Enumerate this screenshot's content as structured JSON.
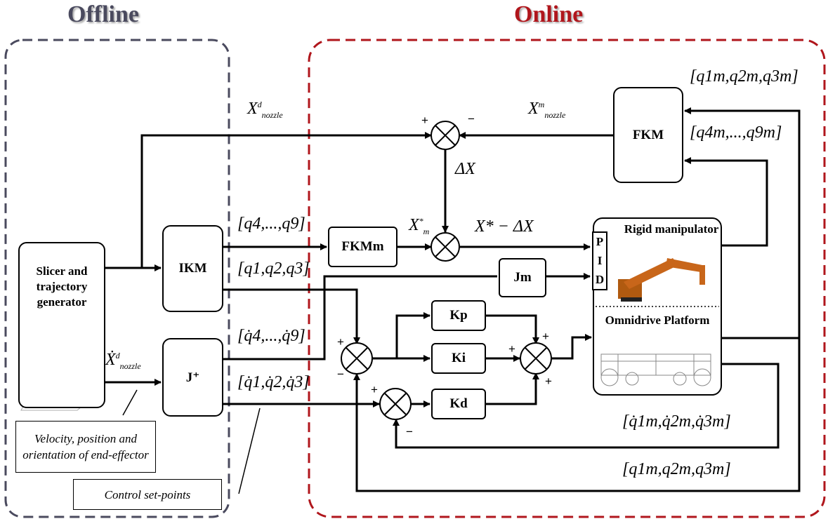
{
  "regions": {
    "offline": "Offline",
    "online": "Online"
  },
  "blocks": {
    "slicer": "Slicer and trajectory generator",
    "ikm": "IKM",
    "jplus": "J⁺",
    "fkm": "FKM",
    "fkmm": "FKMm",
    "jm": "Jm",
    "kp": "Kp",
    "ki": "Ki",
    "kd": "Kd",
    "rigid": "Rigid manipulator",
    "omni": "Omnidrive Platform",
    "pid": [
      "P",
      "I",
      "D"
    ]
  },
  "notes": {
    "velocity": "Velocity, position and orientation of end-effector",
    "setpoints": "Control set-points"
  },
  "labels": {
    "x_nozzle_d": "X",
    "x_nozzle_m": "X",
    "delta_x": "ΔX",
    "x_m_star": "X",
    "x_m_star_minus_dx": "X* − ΔX",
    "q4_q9": "[q4,...,q9]",
    "q1_q3": "[q1,q2,q3]",
    "qd4_qd9": "[q̇4,...,q̇9]",
    "qd1_qd3": "[q̇1,q̇2,q̇3]",
    "xd_nozzle": "Ẋ",
    "qm1_3_top": "[q1m,q2m,q3m]",
    "qm4_9": "[q4m,...,q9m]",
    "qdm1_3": "[q̇1m,q̇2m,q̇3m]",
    "qm1_3_bottom": "[q1m,q2m,q3m]"
  },
  "colors": {
    "offline": "#4a4a5e",
    "online": "#b0161c"
  }
}
